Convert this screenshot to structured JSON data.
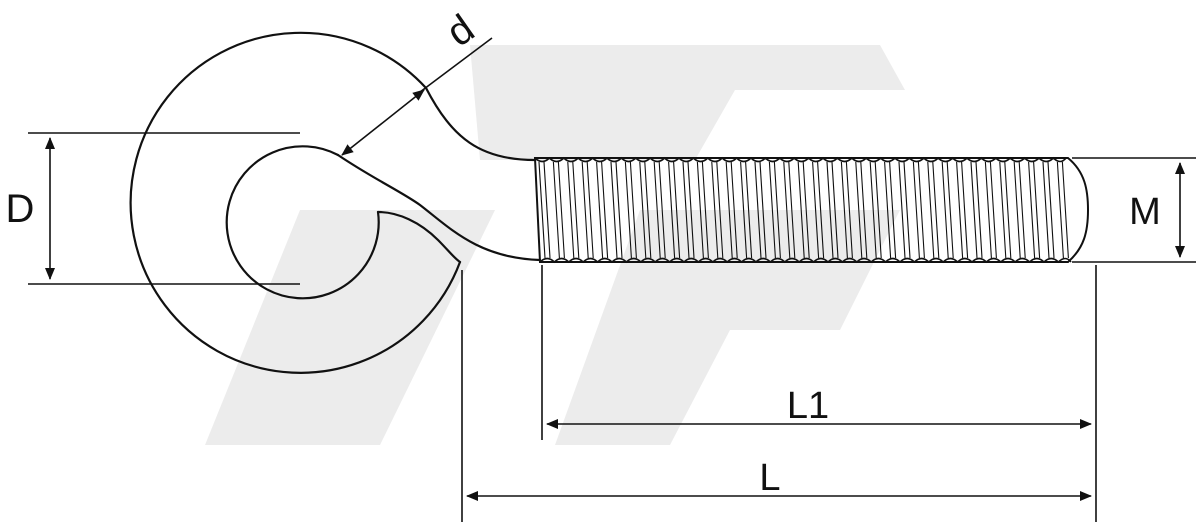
{
  "labels": {
    "d": "d",
    "D": "D",
    "M": "M",
    "L1": "L1",
    "L": "L"
  },
  "colors": {
    "line": "#111111",
    "watermark": "#ececec",
    "background": "#ffffff"
  }
}
